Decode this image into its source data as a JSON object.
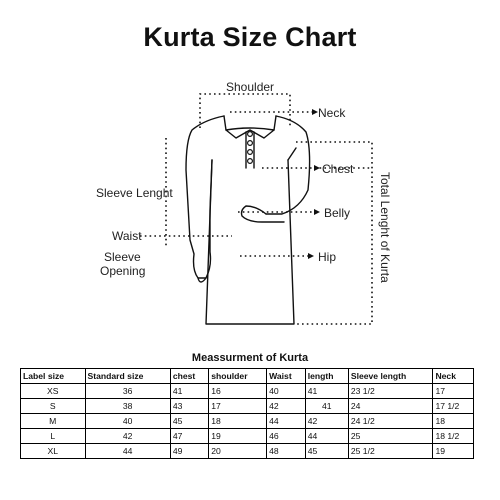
{
  "title": "Kurta Size Chart",
  "labels": {
    "shoulder": "Shoulder",
    "neck": "Neck",
    "chest": "Chest",
    "sleeve_length": "Sleeve Lenght",
    "belly": "Belly",
    "total_length": "Total Lenght of Kurta",
    "waist": "Waist",
    "sleeve_opening_1": "Sleeve",
    "sleeve_opening_2": "Opening",
    "hip": "Hip"
  },
  "table": {
    "title": "Meassurment of Kurta",
    "headers": [
      "Label size",
      "Standard size",
      "chest",
      "shoulder",
      "Waist",
      "length",
      "Sleeve length",
      "Neck"
    ],
    "rows": [
      [
        "XS",
        "36",
        "41",
        "16",
        "40",
        "41",
        "23 1/2",
        "17"
      ],
      [
        "S",
        "38",
        "43",
        "17",
        "42",
        "41",
        "24",
        "17 1/2"
      ],
      [
        "M",
        "40",
        "45",
        "18",
        "44",
        "42",
        "24 1/2",
        "18"
      ],
      [
        "L",
        "42",
        "47",
        "19",
        "46",
        "44",
        "25",
        "18 1/2"
      ],
      [
        "XL",
        "44",
        "49",
        "20",
        "48",
        "45",
        "25 1/2",
        "19"
      ]
    ]
  }
}
